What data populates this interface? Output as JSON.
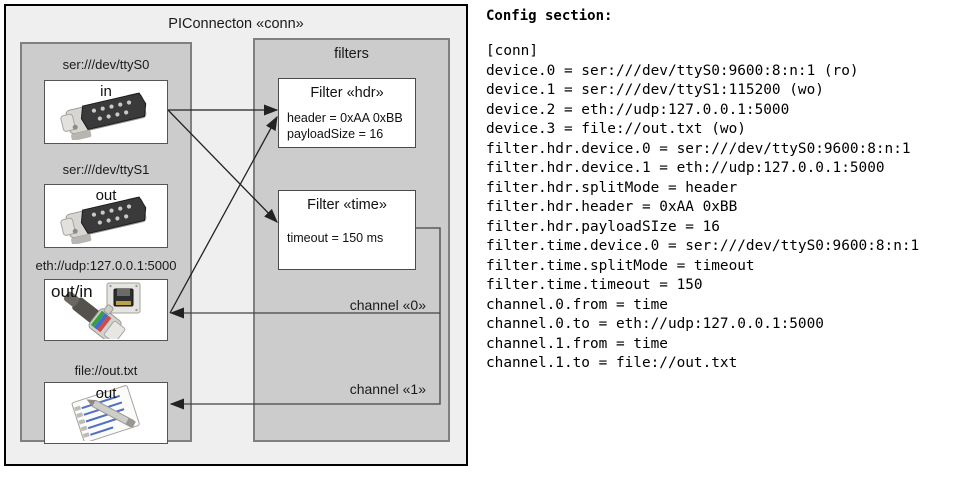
{
  "diagram": {
    "title": "PIConnecton «conn»",
    "devices_group": {
      "title": "",
      "devices": [
        {
          "label": "ser:///dev/ttyS0",
          "direction": "in",
          "icon": "serial-port-icon"
        },
        {
          "label": "ser:///dev/ttyS1",
          "direction": "out",
          "icon": "serial-port-icon"
        },
        {
          "label": "eth://udp:127.0.0.1:5000",
          "direction": "out/in",
          "icon": "ethernet-jack-icon"
        },
        {
          "label": "file://out.txt",
          "direction": "out",
          "icon": "notepad-pencil-icon"
        }
      ]
    },
    "filters_group": {
      "title": "filters",
      "filters": [
        {
          "title": "Filter «hdr»",
          "props": [
            "header = 0xAA 0xBB",
            "payloadSize = 16"
          ]
        },
        {
          "title": "Filter «time»",
          "props": [
            "timeout = 150 ms"
          ]
        }
      ]
    },
    "channels": [
      {
        "label": "channel «0»"
      },
      {
        "label": "channel «1»"
      }
    ]
  },
  "config": {
    "heading": "Config section:",
    "lines": [
      "[conn]",
      "device.0 = ser:///dev/ttyS0:9600:8:n:1 (ro)",
      "device.1 = ser:///dev/ttyS1:115200 (wo)",
      "device.2 = eth://udp:127.0.0.1:5000",
      "device.3 = file://out.txt (wo)",
      "filter.hdr.device.0 = ser:///dev/ttyS0:9600:8:n:1",
      "filter.hdr.device.1 = eth://udp:127.0.0.1:5000",
      "filter.hdr.splitMode = header",
      "filter.hdr.header = 0xAA 0xBB",
      "filter.hdr.payloadSIze = 16",
      "filter.time.device.0 = ser:///dev/ttyS0:9600:8:n:1",
      "filter.time.splitMode = timeout",
      "filter.time.timeout = 150",
      "channel.0.from = time",
      "channel.0.to = eth://udp:127.0.0.1:5000",
      "channel.1.from = time",
      "channel.1.to = file://out.txt"
    ]
  },
  "colors": {
    "page_background": "#ffffff",
    "outer_box_fill": "#efefef",
    "group_fill": "#cccccc",
    "group_border": "#808080",
    "box_fill": "#ffffff",
    "line": "#333333"
  }
}
